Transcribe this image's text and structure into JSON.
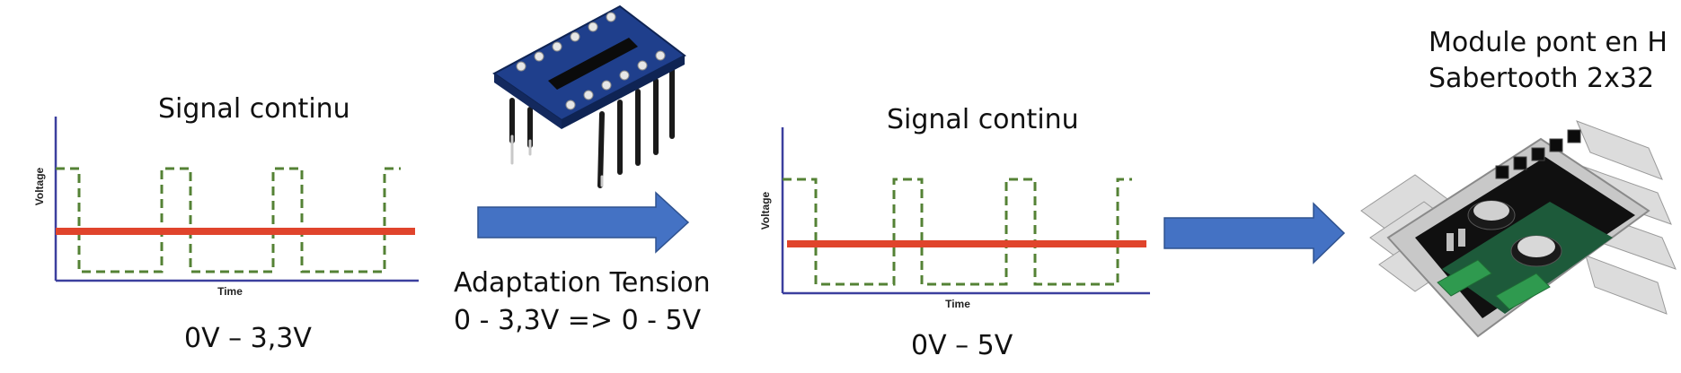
{
  "left_panel": {
    "title": "Signal continu",
    "range": "0V – 3,3V",
    "chart": {
      "ylabel": "Voltage",
      "xlabel": "Time"
    }
  },
  "converter": {
    "caption_line1": "Adaptation Tension",
    "caption_line2": "0 - 3,3V => 0 - 5V"
  },
  "middle_panel": {
    "title": "Signal continu",
    "range": "0V – 5V",
    "chart": {
      "ylabel": "Voltage",
      "xlabel": "Time"
    }
  },
  "module": {
    "title_line1": "Module pont en H",
    "title_line2": "Sabertooth 2x32"
  },
  "colors": {
    "arrow": "#4472C4",
    "dc_line": "#E0442C",
    "pwm_wave": "#548235",
    "axis": "#3B3F9E"
  }
}
